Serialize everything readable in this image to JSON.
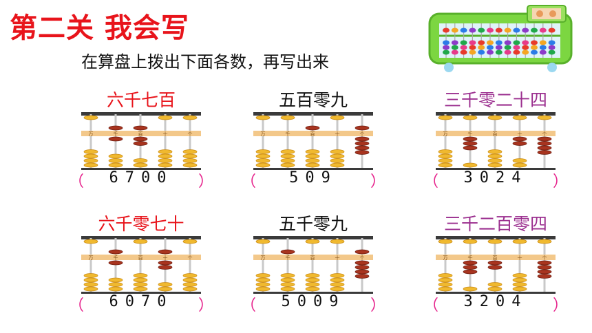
{
  "title": "第二关 我会写",
  "instruction": "在算盘上拨出下面各数，再写出来",
  "place_labels": [
    "万",
    "千",
    "百",
    "十",
    "个"
  ],
  "colors": {
    "title": "#e8141b",
    "heading_red": "#e8141b",
    "heading_black": "#111111",
    "heading_purple": "#9b2f8f",
    "paren": "#e6238c",
    "bead": "#f0b92f",
    "bead_active": "#a8341f"
  },
  "problems": [
    {
      "label": "六千七百",
      "value": "6700",
      "label_color": "red"
    },
    {
      "label": "五百零九",
      "value": "509",
      "label_color": "black"
    },
    {
      "label": "三千零二十四",
      "value": "3024",
      "label_color": "purple"
    },
    {
      "label": "六千零七十",
      "value": "6070",
      "label_color": "red"
    },
    {
      "label": "五千零九",
      "value": "5009",
      "label_color": "black"
    },
    {
      "label": "三千二百零四",
      "value": "3204",
      "label_color": "purple"
    }
  ],
  "open_paren": "（",
  "close_paren": "）"
}
